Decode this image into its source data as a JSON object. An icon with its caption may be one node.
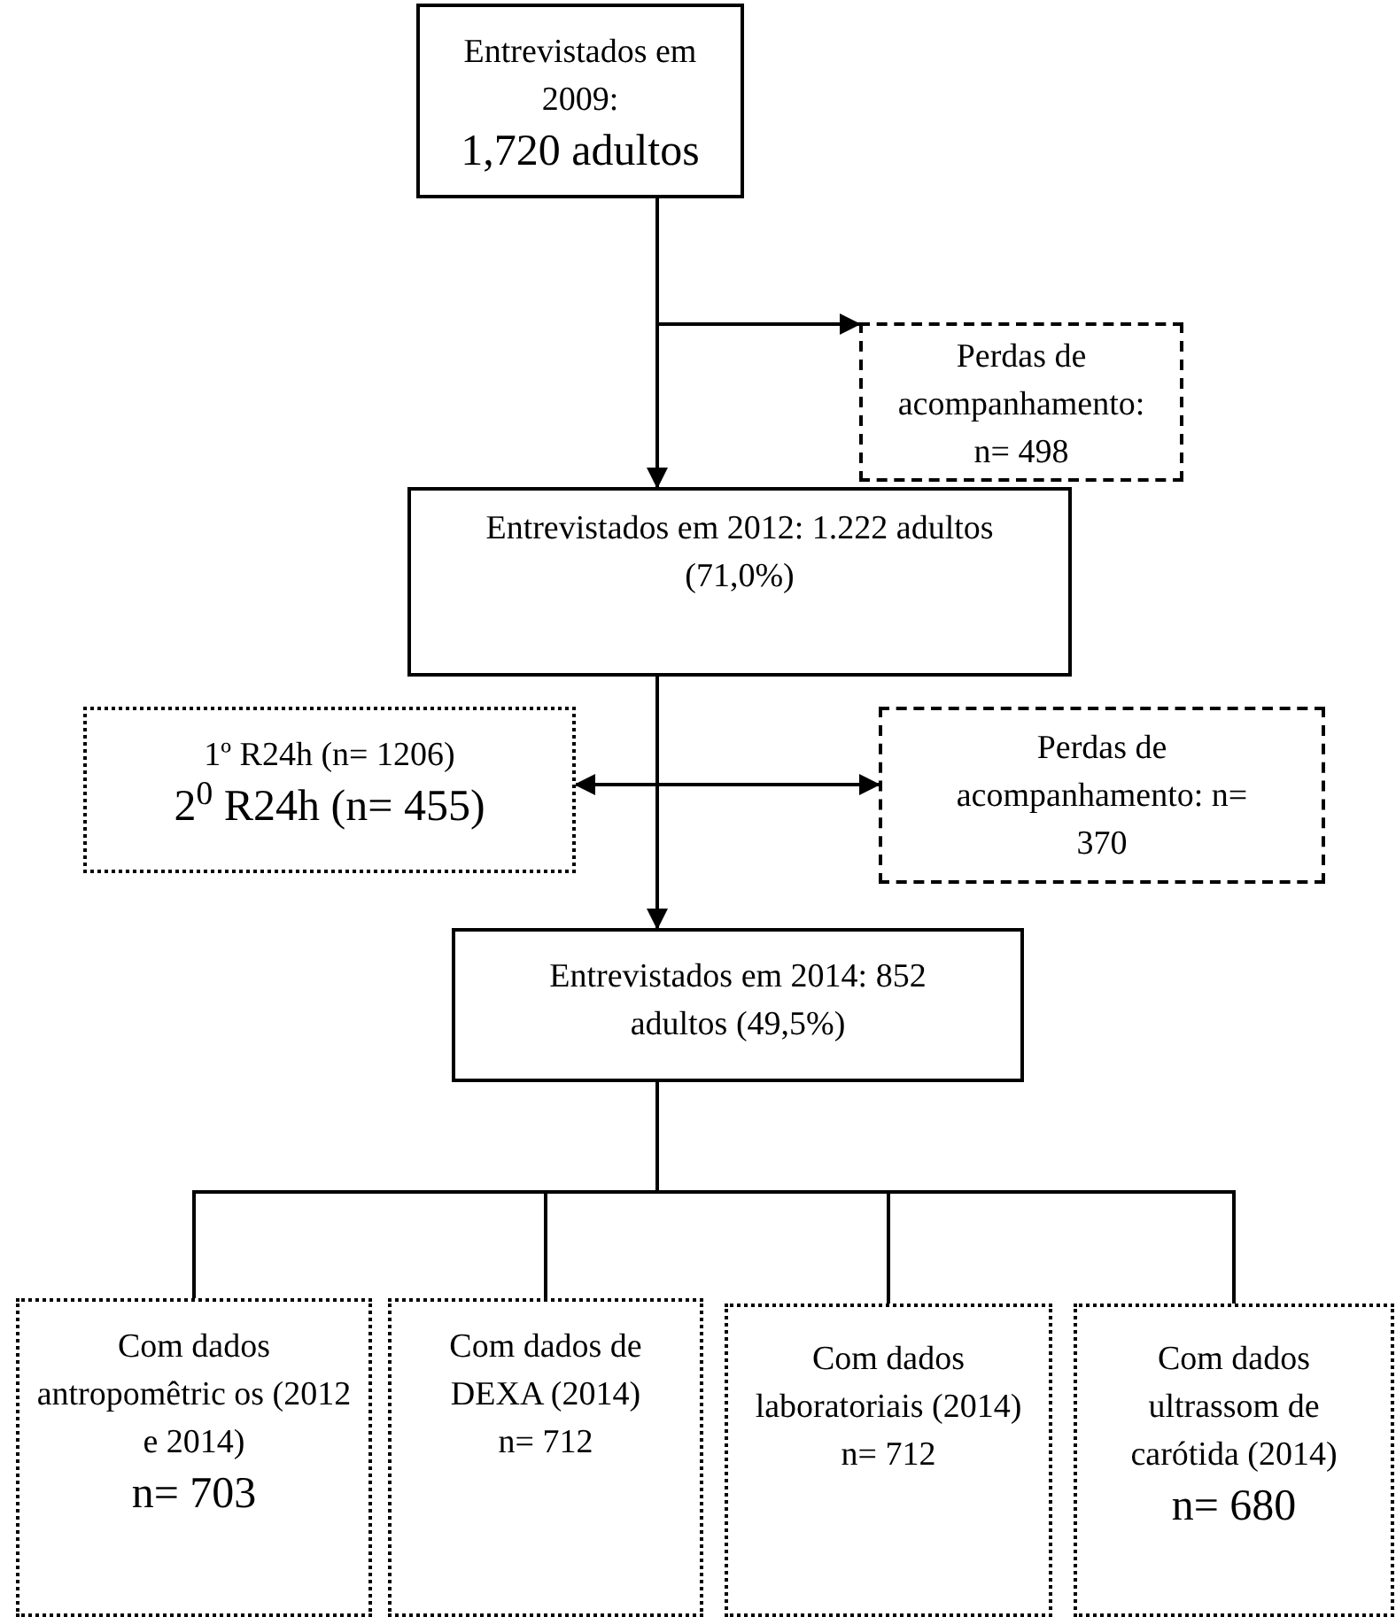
{
  "diagram": {
    "nodes": [
      {
        "text": [
          "Entrevistados em 2009:",
          "1,720 adultos"
        ]
      },
      {
        "text": [
          "Perdas de acompanhamento: n= 498"
        ]
      },
      {
        "text": [
          "Entrevistados em 2012: 1.222 adultos (71,0%)"
        ]
      },
      {
        "text": [
          "1º R24h (n= 1206)",
          "2$^{0}$ R24h (n= 455)"
        ]
      },
      {
        "text": [
          "Perdas de acompanhamento: n= 370"
        ]
      },
      {
        "text": [
          "Entrevistados em 2014: 852 adultos (49,5%)"
        ]
      },
      {
        "text": [
          "Com dados antropomêtric os (2012 e 2014)",
          "n= 703"
        ]
      },
      {
        "text": [
          "Com dados de DEXA (2014) n= 712"
        ]
      },
      {
        "text": [
          "Com dados laboratoriais (2014) n= 712"
        ]
      },
      {
        "text": [
          "Com dados ultrassom de carótida (2014)",
          "n= 680"
        ]
      }
    ],
    "edges": [
      {
        "from": 0,
        "to": 2,
        "arrow": "to"
      },
      {
        "from": 0,
        "to": 1,
        "arrow": "to"
      },
      {
        "from": 2,
        "to": 5,
        "arrow": "to"
      },
      {
        "from": 2,
        "to": 3,
        "arrow": "to"
      },
      {
        "from": 2,
        "to": 4,
        "arrow": "to"
      },
      {
        "from": 5,
        "to": 6,
        "arrow": "none"
      },
      {
        "from": 5,
        "to": 7,
        "arrow": "none"
      },
      {
        "from": 5,
        "to": 8,
        "arrow": "none"
      },
      {
        "from": 5,
        "to": 9,
        "arrow": "none"
      }
    ]
  }
}
